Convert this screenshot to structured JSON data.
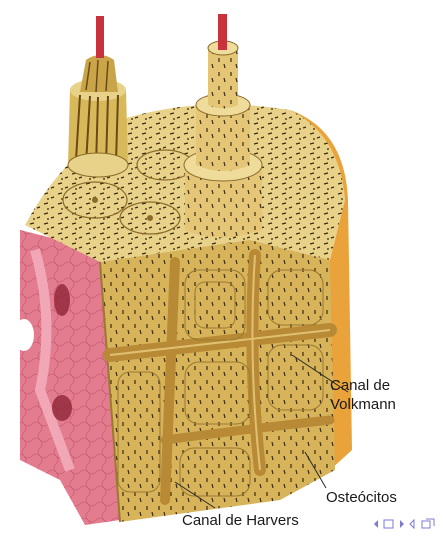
{
  "labels": {
    "volkmann_line1": "Canal de",
    "volkmann_line2": "Volkmann",
    "osteocitos": "Osteócitos",
    "harvers": "Canal de Harvers"
  },
  "colors": {
    "bone_top": "#e8d28a",
    "bone_side": "#d7b35a",
    "bone_dark": "#b88a35",
    "canal_band": "#caa050",
    "periosteum": "#e9a33a",
    "marrow": "#e37c8f",
    "marrow_light": "#f2a7b6",
    "vessel_red": "#c8323c",
    "leader": "#2a2a2a",
    "nav": "#7b7bd0"
  },
  "icons": [
    "nav-left-icon",
    "frame-icon",
    "nav-right-icon",
    "expand-icon"
  ]
}
